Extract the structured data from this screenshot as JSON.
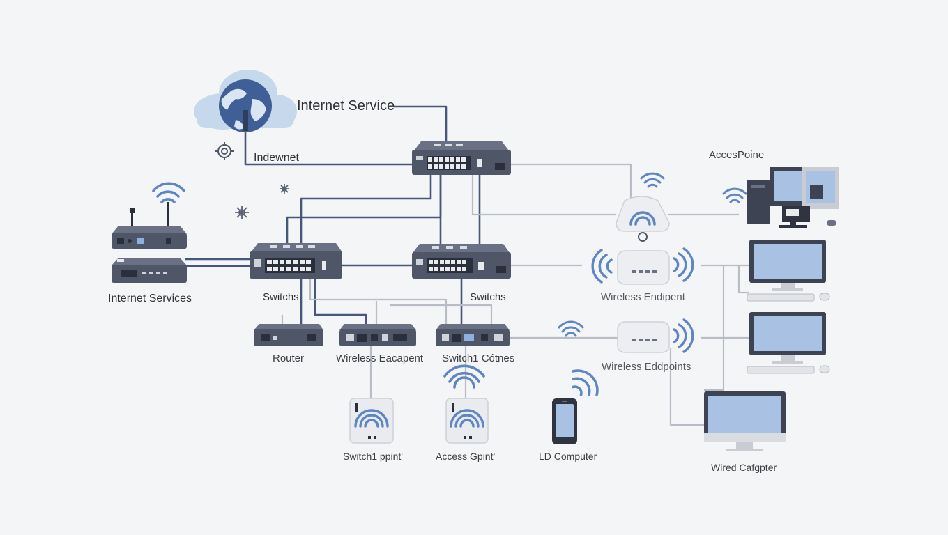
{
  "labels": {
    "internet_service": "Internet Service",
    "indewnet": "Indewnet",
    "accespoine": "AccesPoine",
    "internet_services": "Internet Services",
    "switchs_left": "Switchs",
    "switchs_right": "Switchs",
    "wireless_endpent": "Wireless Endipent",
    "router": "Router",
    "wireless_eacapent": "Wireless Eacapent",
    "switch_cotnes": "Switch1 Cótnes",
    "wireless_eddpoints": "Wireless Eddpoints",
    "switch_ppint": "Switch1 ppint'",
    "access_gpint": "Access Gpint'",
    "ld_computer": "LD Computer",
    "wired_cafgpter": "Wired Cafgpter"
  },
  "colors": {
    "background": "#f4f5f6",
    "device_dark": "#4f5668",
    "device_light": "#e9ebef",
    "link_dark": "#46577a",
    "link_light": "#b7bcc6",
    "wifi_blue": "#5f86c4",
    "screen_blue": "#a9c1e2",
    "cloud": "#c6d9ec",
    "globe": "#3f5f96"
  },
  "icons": [
    "cloud-globe-icon",
    "wifi-icon",
    "switch-icon",
    "router-icon",
    "access-point-icon",
    "desktop-computer-icon",
    "smartphone-icon",
    "settings-icon"
  ]
}
